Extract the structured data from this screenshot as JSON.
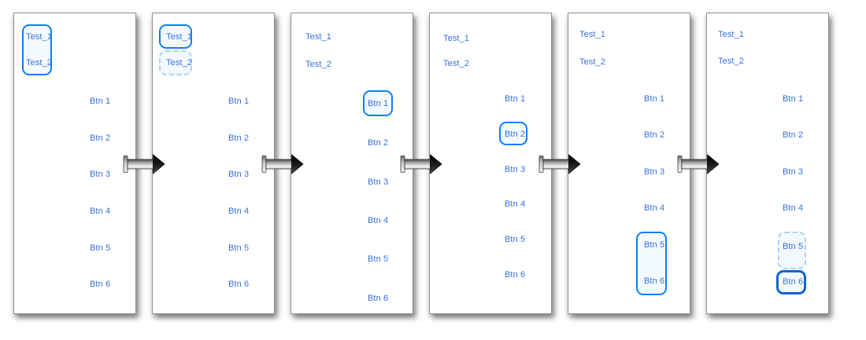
{
  "diagram": {
    "title": "focus-navigation-flow",
    "labels": {
      "test1": "Test_1",
      "test2": "Test_2",
      "btn1": "Btn 1",
      "btn2": "Btn 2",
      "btn3": "Btn 3",
      "btn4": "Btn 4",
      "btn5": "Btn 5",
      "btn6": "Btn 6"
    },
    "panels": [
      {
        "step": 1,
        "highlights": [
          {
            "items": [
              "Test_1",
              "Test_2"
            ],
            "style": "solid-group"
          }
        ]
      },
      {
        "step": 2,
        "highlights": [
          {
            "items": [
              "Test_1"
            ],
            "style": "solid"
          },
          {
            "items": [
              "Test_2"
            ],
            "style": "dashed"
          }
        ]
      },
      {
        "step": 3,
        "highlights": [
          {
            "items": [
              "Btn 1"
            ],
            "style": "solid"
          }
        ]
      },
      {
        "step": 4,
        "highlights": [
          {
            "items": [
              "Btn 2"
            ],
            "style": "solid"
          }
        ]
      },
      {
        "step": 5,
        "highlights": [
          {
            "items": [
              "Btn 5",
              "Btn 6"
            ],
            "style": "solid-group"
          }
        ]
      },
      {
        "step": 6,
        "highlights": [
          {
            "items": [
              "Btn 5"
            ],
            "style": "dashed"
          },
          {
            "items": [
              "Btn 6"
            ],
            "style": "solid-strong"
          }
        ]
      }
    ],
    "arrows": {
      "count": 5,
      "direction": "right"
    },
    "colors": {
      "label_text": "#3a70d8",
      "focus_ring_solid": "#0a7dff",
      "focus_ring_strong": "#1262d3",
      "focus_ring_dashed": "#a9d2f1",
      "panel_border": "#8f8f8f",
      "arrow_head": "#141414"
    }
  }
}
